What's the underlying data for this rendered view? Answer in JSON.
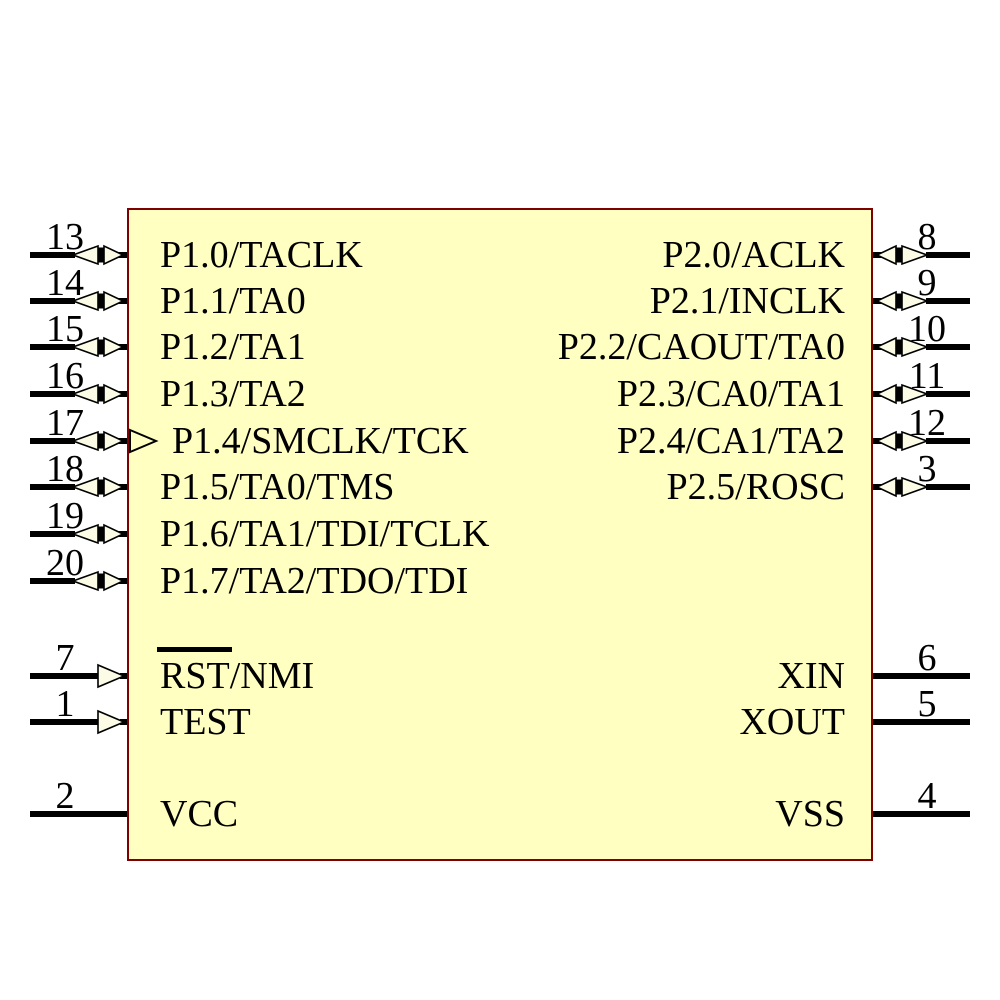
{
  "colors": {
    "body_fill": "#FFFFC2",
    "body_border": "#7F0000",
    "arrow_fill": "#FBFBE6",
    "line": "#000000",
    "text": "#000000",
    "background": "#FFFFFF"
  },
  "pins_left": [
    {
      "number": "13",
      "label": "P1.0/TACLK",
      "arrow": "bidirectional"
    },
    {
      "number": "14",
      "label": "P1.1/TA0",
      "arrow": "bidirectional"
    },
    {
      "number": "15",
      "label": "P1.2/TA1",
      "arrow": "bidirectional"
    },
    {
      "number": "16",
      "label": "P1.3/TA2",
      "arrow": "bidirectional"
    },
    {
      "number": "17",
      "label": "P1.4/SMCLK/TCK",
      "arrow": "bidirectional",
      "inner_arrow": true
    },
    {
      "number": "18",
      "label": "P1.5/TA0/TMS",
      "arrow": "bidirectional"
    },
    {
      "number": "19",
      "label": "P1.6/TA1/TDI/TCLK",
      "arrow": "bidirectional"
    },
    {
      "number": "20",
      "label": "P1.7/TA2/TDO/TDI",
      "arrow": "bidirectional"
    },
    {
      "number": "7",
      "overline": "RST",
      "label_rest": "/NMI",
      "arrow": "input"
    },
    {
      "number": "1",
      "label": "TEST",
      "arrow": "input"
    },
    {
      "number": "2",
      "label": "VCC",
      "arrow": "none"
    }
  ],
  "pins_right": [
    {
      "number": "8",
      "label": "P2.0/ACLK",
      "arrow": "bidirectional"
    },
    {
      "number": "9",
      "label": "P2.1/INCLK",
      "arrow": "bidirectional"
    },
    {
      "number": "10",
      "label": "P2.2/CAOUT/TA0",
      "arrow": "bidirectional"
    },
    {
      "number": "11",
      "label": "P2.3/CA0/TA1",
      "arrow": "bidirectional"
    },
    {
      "number": "12",
      "label": "P2.4/CA1/TA2",
      "arrow": "bidirectional"
    },
    {
      "number": "3",
      "label": "P2.5/ROSC",
      "arrow": "bidirectional"
    },
    {
      "number": "6",
      "label": "XIN",
      "arrow": "none"
    },
    {
      "number": "5",
      "label": "XOUT",
      "arrow": "none"
    },
    {
      "number": "4",
      "label": "VSS",
      "arrow": "none"
    }
  ]
}
